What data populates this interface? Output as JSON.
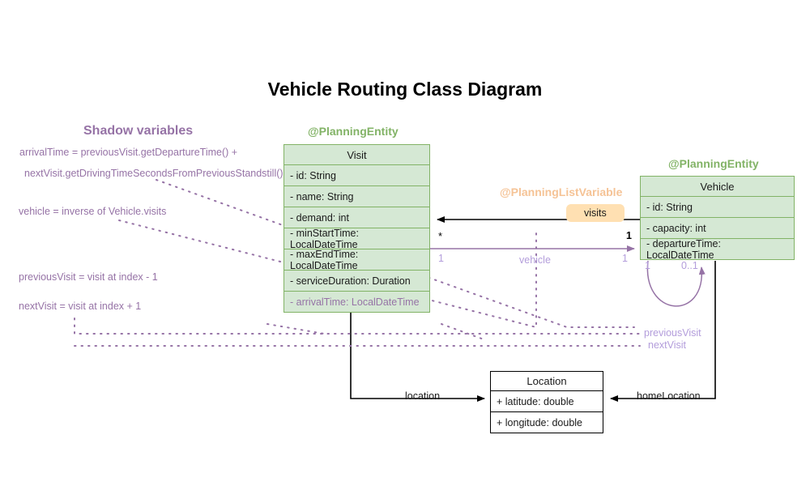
{
  "title": "Vehicle Routing Class Diagram",
  "colors": {
    "class_fill": "#d5e8d4",
    "class_stroke": "#82b366",
    "shadow_purple": "#9673a6",
    "edge_purple": "#b39ddb",
    "badge_fill": "#ffe0b2",
    "stereotype_orange": "#f5c396",
    "black": "#000000"
  },
  "stereotypes": {
    "visit": "@PlanningEntity",
    "vehicle": "@PlanningEntity",
    "list_variable": "@PlanningListVariable"
  },
  "classes": {
    "visit": {
      "name": "Visit",
      "attributes": [
        "- id: String",
        "- name: String",
        "- demand: int",
        "- minStartTime: LocalDateTime",
        "- maxEndTime: LocalDateTime",
        "- serviceDuration: Duration",
        "- arrivalTime: LocalDateTime"
      ]
    },
    "vehicle": {
      "name": "Vehicle",
      "attributes": [
        "- id: String",
        "- capacity: int",
        "- departureTime: LocalDateTime"
      ]
    },
    "location": {
      "name": "Location",
      "attributes": [
        "+ latitude: double",
        "+ longitude: double"
      ]
    }
  },
  "shadow_panel": {
    "title": "Shadow variables",
    "lines": [
      "arrivalTime = previousVisit.getDepartureTime() +",
      "nextVisit.getDrivingTimeSecondsFromPreviousStandstill()",
      "vehicle = inverse of Vehicle.visits",
      "previousVisit = visit at index - 1",
      "nextVisit = visit at index + 1"
    ]
  },
  "edges": {
    "visits_badge": "visits",
    "vehicle_label": "vehicle",
    "location_label": "location",
    "home_location_label": "homeLocation",
    "previous_visit_label": "previousVisit",
    "next_visit_label": "nextVisit",
    "mult_visits_star": "*",
    "mult_visits_one": "1",
    "mult_vehicle_left": "1",
    "mult_vehicle_right": "1",
    "mult_loop_one": "1",
    "mult_loop_zero_one": "0..1"
  }
}
